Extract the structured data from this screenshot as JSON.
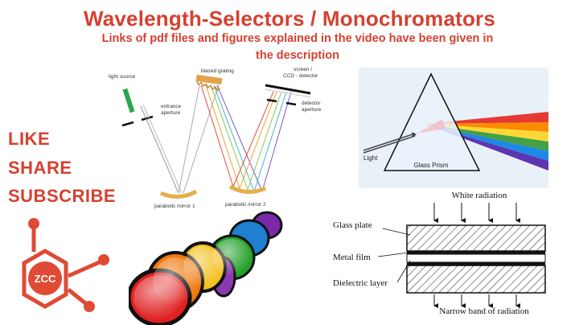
{
  "header": {
    "title": "Wavelength-Selectors / Monochromators",
    "subtitle": "Links of pdf files and figures explained in the video have been given in the description"
  },
  "call_to_action": {
    "like": "LIKE",
    "share": "SHARE",
    "subscribe": "SUBSCRIBE",
    "color": "#d6402f"
  },
  "logo": {
    "text": "ZCC",
    "color": "#e04a35"
  },
  "monochromator_diagram": {
    "light_source": "light source",
    "entrance_aperture_1": "entrance",
    "entrance_aperture_2": "aperture",
    "blazed_grating": "blazed grating",
    "screen_1": "screen /",
    "screen_2": "CCD - detector",
    "detector_aperture_1": "detector",
    "detector_aperture_2": "aperture",
    "parabolic_mirror_1": "parabolic mirror 1",
    "parabolic_mirror_2": "parabolic mirror 2"
  },
  "prism_diagram": {
    "light_label": "Light",
    "prism_label": "Glass Prism"
  },
  "interference_filter": {
    "white_radiation": "White radiation",
    "glass_plate": "Glass plate",
    "metal_film": "Metal film",
    "dielectric_layer": "Dielectric layer",
    "narrow_band": "Narrow band of radiation"
  },
  "filters_photo": {
    "filter_colors": [
      "#e02020",
      "#f07a10",
      "#f2c020",
      "#8a3ab0",
      "#23a12a",
      "#1f7fd0",
      "#7a2aa8"
    ]
  }
}
